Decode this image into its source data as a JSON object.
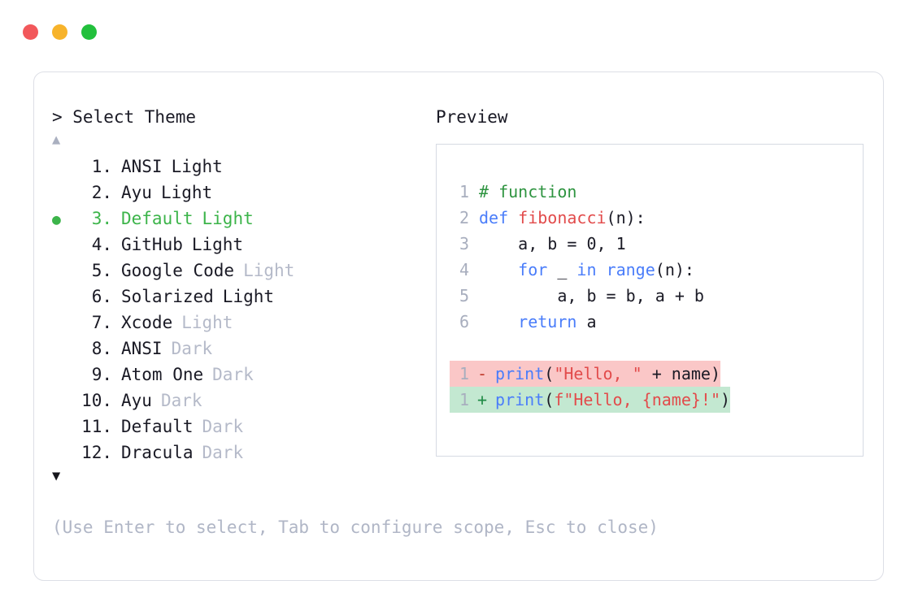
{
  "window": {
    "traffic_lights": [
      {
        "name": "close",
        "color": "#f2585b"
      },
      {
        "name": "minimize",
        "color": "#f7b32b"
      },
      {
        "name": "maximize",
        "color": "#22c03c"
      }
    ]
  },
  "chooser": {
    "prompt": "> Select Theme",
    "scroll_up_icon": "▲",
    "scroll_down_icon": "▼",
    "selected_index": 3,
    "bullet_icon": "●",
    "items": [
      {
        "index": "1.",
        "name": "ANSI",
        "variant": "Light",
        "variant_muted": false,
        "selected": false
      },
      {
        "index": "2.",
        "name": "Ayu",
        "variant": "Light",
        "variant_muted": false,
        "selected": false
      },
      {
        "index": "3.",
        "name": "Default",
        "variant": "Light",
        "variant_muted": false,
        "selected": true
      },
      {
        "index": "4.",
        "name": "GitHub",
        "variant": "Light",
        "variant_muted": false,
        "selected": false
      },
      {
        "index": "5.",
        "name": "Google Code",
        "variant": "Light",
        "variant_muted": true,
        "selected": false
      },
      {
        "index": "6.",
        "name": "Solarized",
        "variant": "Light",
        "variant_muted": false,
        "selected": false
      },
      {
        "index": "7.",
        "name": "Xcode",
        "variant": "Light",
        "variant_muted": true,
        "selected": false
      },
      {
        "index": "8.",
        "name": "ANSI",
        "variant": "Dark",
        "variant_muted": true,
        "selected": false
      },
      {
        "index": "9.",
        "name": "Atom One",
        "variant": "Dark",
        "variant_muted": true,
        "selected": false
      },
      {
        "index": "10.",
        "name": "Ayu",
        "variant": "Dark",
        "variant_muted": true,
        "selected": false
      },
      {
        "index": "11.",
        "name": "Default",
        "variant": "Dark",
        "variant_muted": true,
        "selected": false
      },
      {
        "index": "12.",
        "name": "Dracula",
        "variant": "Dark",
        "variant_muted": true,
        "selected": false
      }
    ],
    "hint": "(Use Enter to select, Tab to configure scope, Esc to close)"
  },
  "preview": {
    "title": "Preview",
    "code_lines": [
      {
        "ln": "1",
        "tokens": [
          {
            "t": "# function",
            "c": "comment"
          }
        ]
      },
      {
        "ln": "2",
        "tokens": [
          {
            "t": "def ",
            "c": "keyword"
          },
          {
            "t": "fibonacci",
            "c": "func"
          },
          {
            "t": "(n):",
            "c": "plain"
          }
        ]
      },
      {
        "ln": "3",
        "tokens": [
          {
            "t": "    a, b = ",
            "c": "plain"
          },
          {
            "t": "0",
            "c": "number"
          },
          {
            "t": ", ",
            "c": "plain"
          },
          {
            "t": "1",
            "c": "number"
          }
        ]
      },
      {
        "ln": "4",
        "tokens": [
          {
            "t": "    ",
            "c": "plain"
          },
          {
            "t": "for",
            "c": "keyword"
          },
          {
            "t": " _ ",
            "c": "plain"
          },
          {
            "t": "in",
            "c": "keyword"
          },
          {
            "t": " ",
            "c": "plain"
          },
          {
            "t": "range",
            "c": "builtin"
          },
          {
            "t": "(n):",
            "c": "plain"
          }
        ]
      },
      {
        "ln": "5",
        "tokens": [
          {
            "t": "        a, b = b, a + b",
            "c": "plain"
          }
        ]
      },
      {
        "ln": "6",
        "tokens": [
          {
            "t": "    ",
            "c": "plain"
          },
          {
            "t": "return",
            "c": "keyword"
          },
          {
            "t": " a",
            "c": "plain"
          }
        ]
      }
    ],
    "diff_lines": [
      {
        "ln": "1",
        "mark": "-",
        "kind": "del",
        "tokens": [
          {
            "t": "print",
            "c": "builtin"
          },
          {
            "t": "(",
            "c": "plain"
          },
          {
            "t": "\"Hello, \"",
            "c": "string"
          },
          {
            "t": " + name)",
            "c": "plain"
          }
        ]
      },
      {
        "ln": "1",
        "mark": "+",
        "kind": "add",
        "tokens": [
          {
            "t": "print",
            "c": "builtin"
          },
          {
            "t": "(",
            "c": "plain"
          },
          {
            "t": "f\"Hello, {name}!\"",
            "c": "string"
          },
          {
            "t": ")",
            "c": "plain"
          }
        ]
      }
    ]
  },
  "colors": {
    "page_bg": "#ffffff",
    "card_border": "#dddfe6",
    "panel_border": "#d6dae3",
    "text": "#1a1a25",
    "muted": "#b5bac9",
    "hint": "#b0b6c6",
    "selected": "#3cb44a",
    "diff_del_bg": "#fac7c7",
    "diff_add_bg": "#c3e8d1"
  }
}
